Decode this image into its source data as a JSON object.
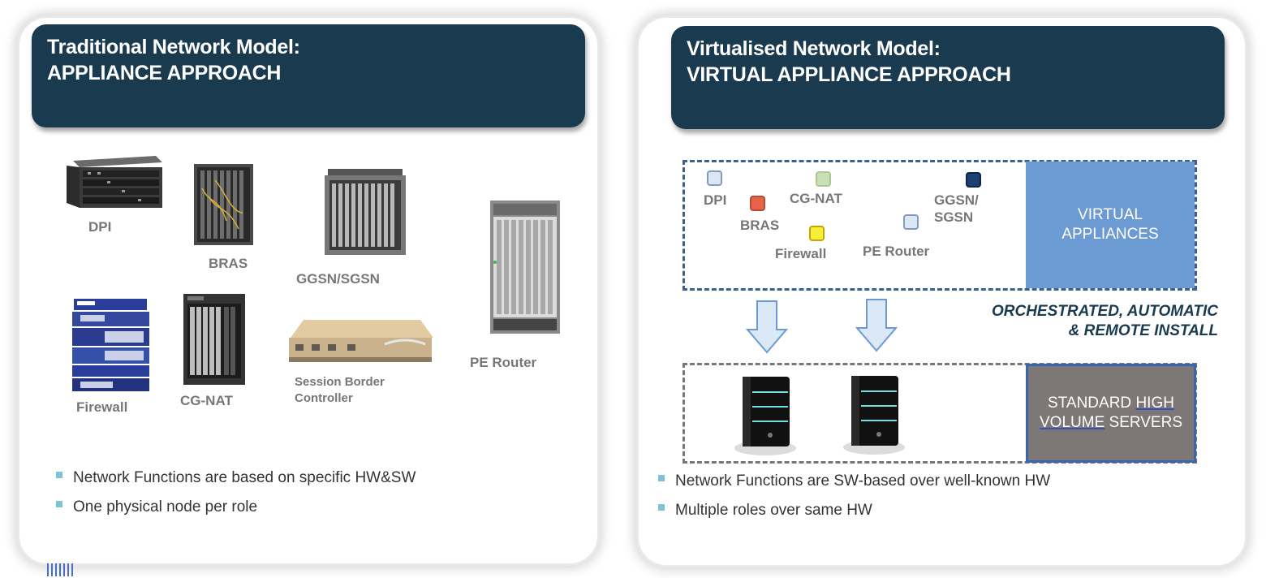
{
  "left_panel": {
    "title_line1": "Traditional Network Model:",
    "title_line2": "APPLIANCE APPROACH",
    "devices": {
      "dpi": "DPI",
      "bras": "BRAS",
      "ggsn_sgsn": "GGSN/SGSN",
      "pe_router": "PE Router",
      "firewall": "Firewall",
      "cg_nat": "CG-NAT",
      "sbc_line1": "Session Border",
      "sbc_line2": "Controller"
    },
    "bullets": [
      "Network Functions are based on specific HW&SW",
      "One physical node per role"
    ]
  },
  "right_panel": {
    "title_line1": "Virtualised Network Model:",
    "title_line2": "VIRTUAL APPLIANCE APPROACH",
    "virtual_functions": {
      "dpi": "DPI",
      "bras": "BRAS",
      "cg_nat": "CG-NAT",
      "firewall": "Firewall",
      "pe_router": "PE Router",
      "ggsn_line1": "GGSN/",
      "ggsn_line2": "SGSN"
    },
    "function_colors": {
      "dpi": "#dde6f3",
      "bras": "#e8634a",
      "cg_nat": "#c9e0b4",
      "firewall": "#f5ef3a",
      "pe_router": "#dde6f3",
      "ggsn": "#1f3f72"
    },
    "virtual_appliances_line1": "VIRTUAL",
    "virtual_appliances_line2": "APPLIANCES",
    "orchestration_line1": "ORCHESTRATED, AUTOMATIC",
    "orchestration_line2": "& REMOTE INSTALL",
    "servers_line1_a": "STANDARD ",
    "servers_line1_b": "HIGH",
    "servers_line2_a": "VOLUME",
    "servers_line2_b": " SERVERS",
    "bullets": [
      "Network Functions are SW-based over well-known HW",
      "Multiple roles over same HW"
    ]
  },
  "colors": {
    "header_bg": "#1a3a4f",
    "virtual_box": "#6b9bd2",
    "server_box": "#7d7876",
    "bullet_marker": "#7cc3d3"
  }
}
